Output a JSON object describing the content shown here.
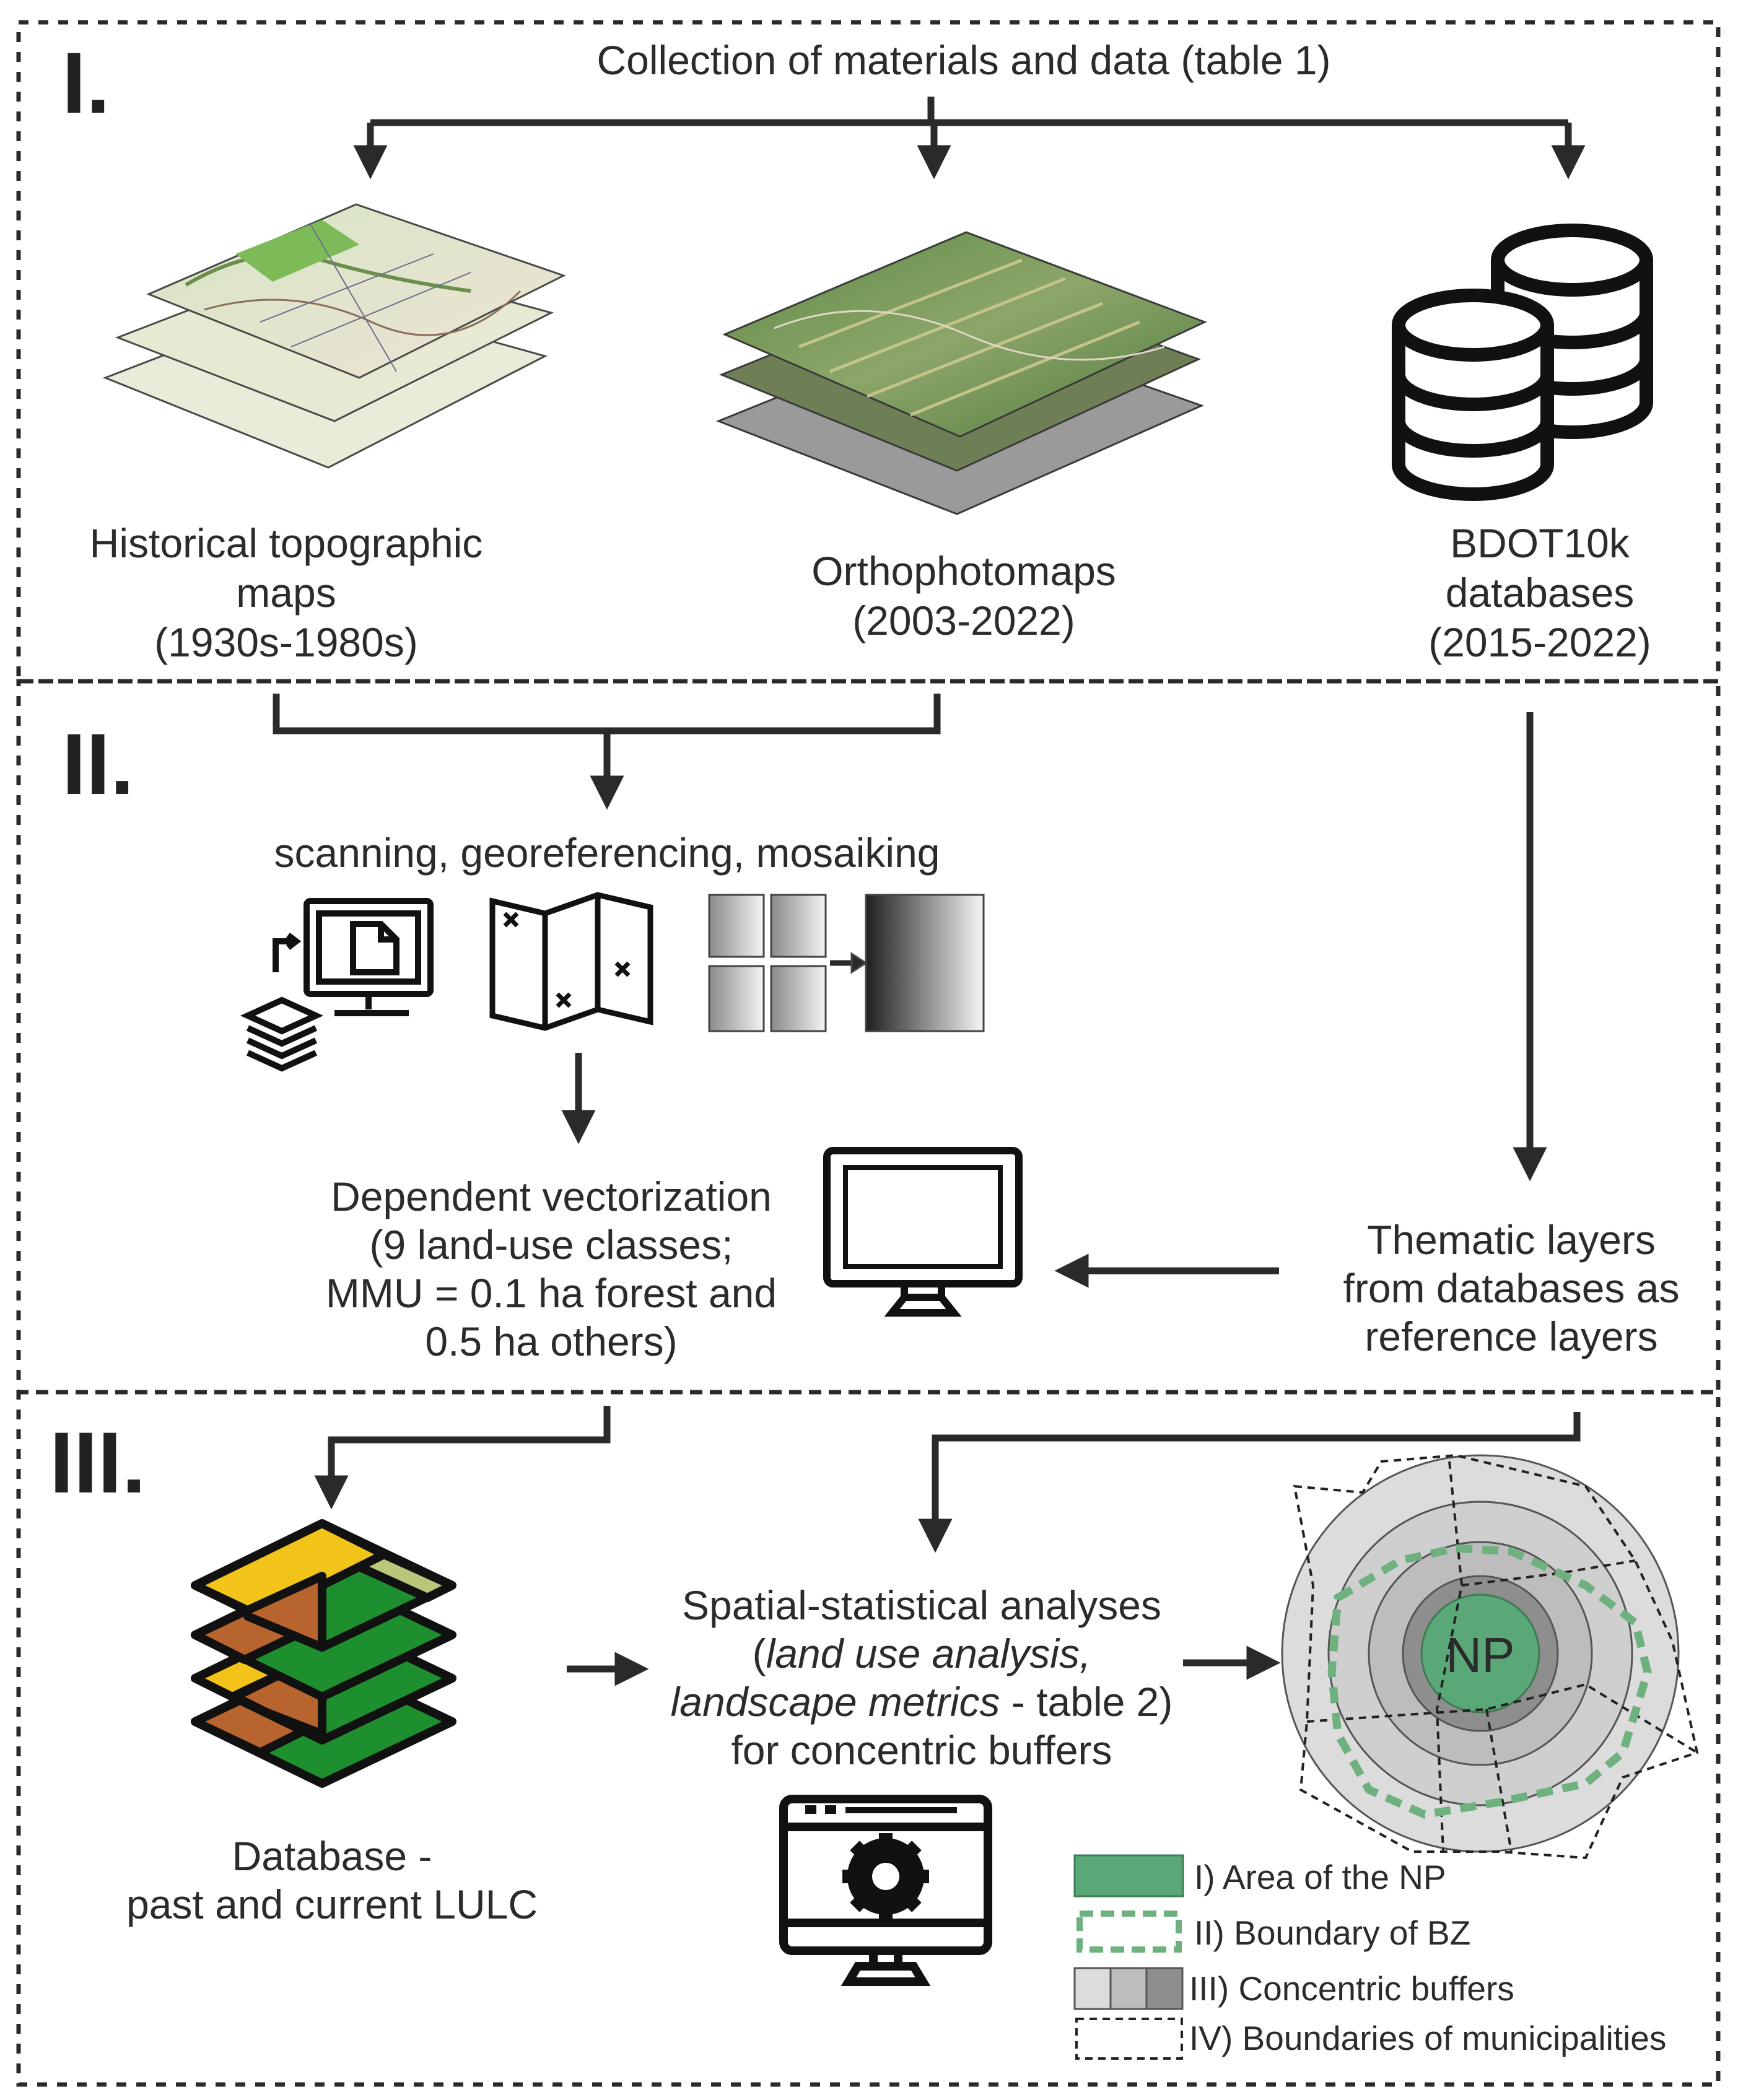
{
  "sections": {
    "s1": {
      "numeral": "I.",
      "heading": "Collection of materials and data (table 1)",
      "items": {
        "historical": [
          "Historical topographic",
          "maps",
          "(1930s-1980s)"
        ],
        "ortho": [
          "Orthophotomaps",
          "(2003-2022)"
        ],
        "bdot": [
          "BDOT10k",
          "databases",
          "(2015-2022)"
        ]
      }
    },
    "s2": {
      "numeral": "II.",
      "processing": "scanning, georeferencing, mosaiking",
      "vectorization": [
        "Dependent vectorization",
        "(9 land-use classes;",
        "MMU = 0.1 ha forest and",
        "0.5 ha others)"
      ],
      "thematic": [
        "Thematic layers",
        "from databases as",
        "reference layers"
      ]
    },
    "s3": {
      "numeral": "III.",
      "database": [
        "Database -",
        "past and current LULC"
      ],
      "analysis": {
        "line1": "Spatial-statistical analyses",
        "line2_open": "(",
        "line2_italic": "land use analysis,",
        "line3_italic": "landscape metrics",
        "line3_rest": " - table 2)",
        "line4": "for concentric buffers"
      },
      "np_label": "NP"
    }
  },
  "legend": [
    {
      "label": "I) Area of the NP"
    },
    {
      "label": "II) Boundary of BZ"
    },
    {
      "label": "III) Concentric buffers"
    },
    {
      "label": "IV) Boundaries of municipalities"
    }
  ],
  "colors": {
    "np_green": "#5aa878",
    "bz_dash": "#6fb07f",
    "buffer_light": "#dcdcdc",
    "buffer_mid": "#bdbdbd",
    "buffer_dark": "#8e8e8e",
    "lulc_yellow": "#f2c318",
    "lulc_green": "#1e8f2e",
    "lulc_brown": "#b8642e",
    "lulc_olive": "#b9c77a"
  },
  "icons": [
    "topographic-map-stack-icon",
    "orthophoto-stack-icon",
    "database-icon",
    "scanner-computer-icon",
    "folded-map-icon",
    "mosaic-icon",
    "monitor-icon",
    "lulc-layers-icon",
    "analysis-computer-icon",
    "concentric-buffers-icon"
  ]
}
